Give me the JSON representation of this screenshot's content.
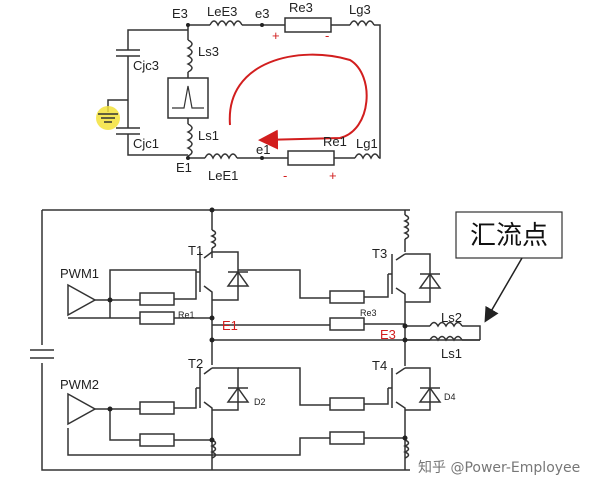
{
  "top": {
    "E3": "E3",
    "LeE3": "LeE3",
    "e3": "e3",
    "Re3": "Re3",
    "Lg3": "Lg3",
    "Ls3": "Ls3",
    "Cjc3": "Cjc3",
    "Ls1": "Ls1",
    "Cjc1": "Cjc1",
    "E1": "E1",
    "LeE1": "LeE1",
    "e1": "e1",
    "Re1": "Re1",
    "Lg1": "Lg1",
    "plus": "+",
    "minus": "-"
  },
  "bottom": {
    "PWM1": "PWM1",
    "PWM2": "PWM2",
    "T1": "T1",
    "T2": "T2",
    "T3": "T3",
    "T4": "T4",
    "Re1": "Re1",
    "Re3": "Re3",
    "E1": "E1",
    "E3": "E3",
    "D2": "D2",
    "D4": "D4",
    "Ls2": "Ls2",
    "Ls1": "Ls1",
    "callout": "汇流点"
  },
  "watermark": "知乎 @Power-Employee",
  "colors": {
    "loop": "#d21e1e",
    "ground": "#f3e23a",
    "wire": "#333333"
  }
}
